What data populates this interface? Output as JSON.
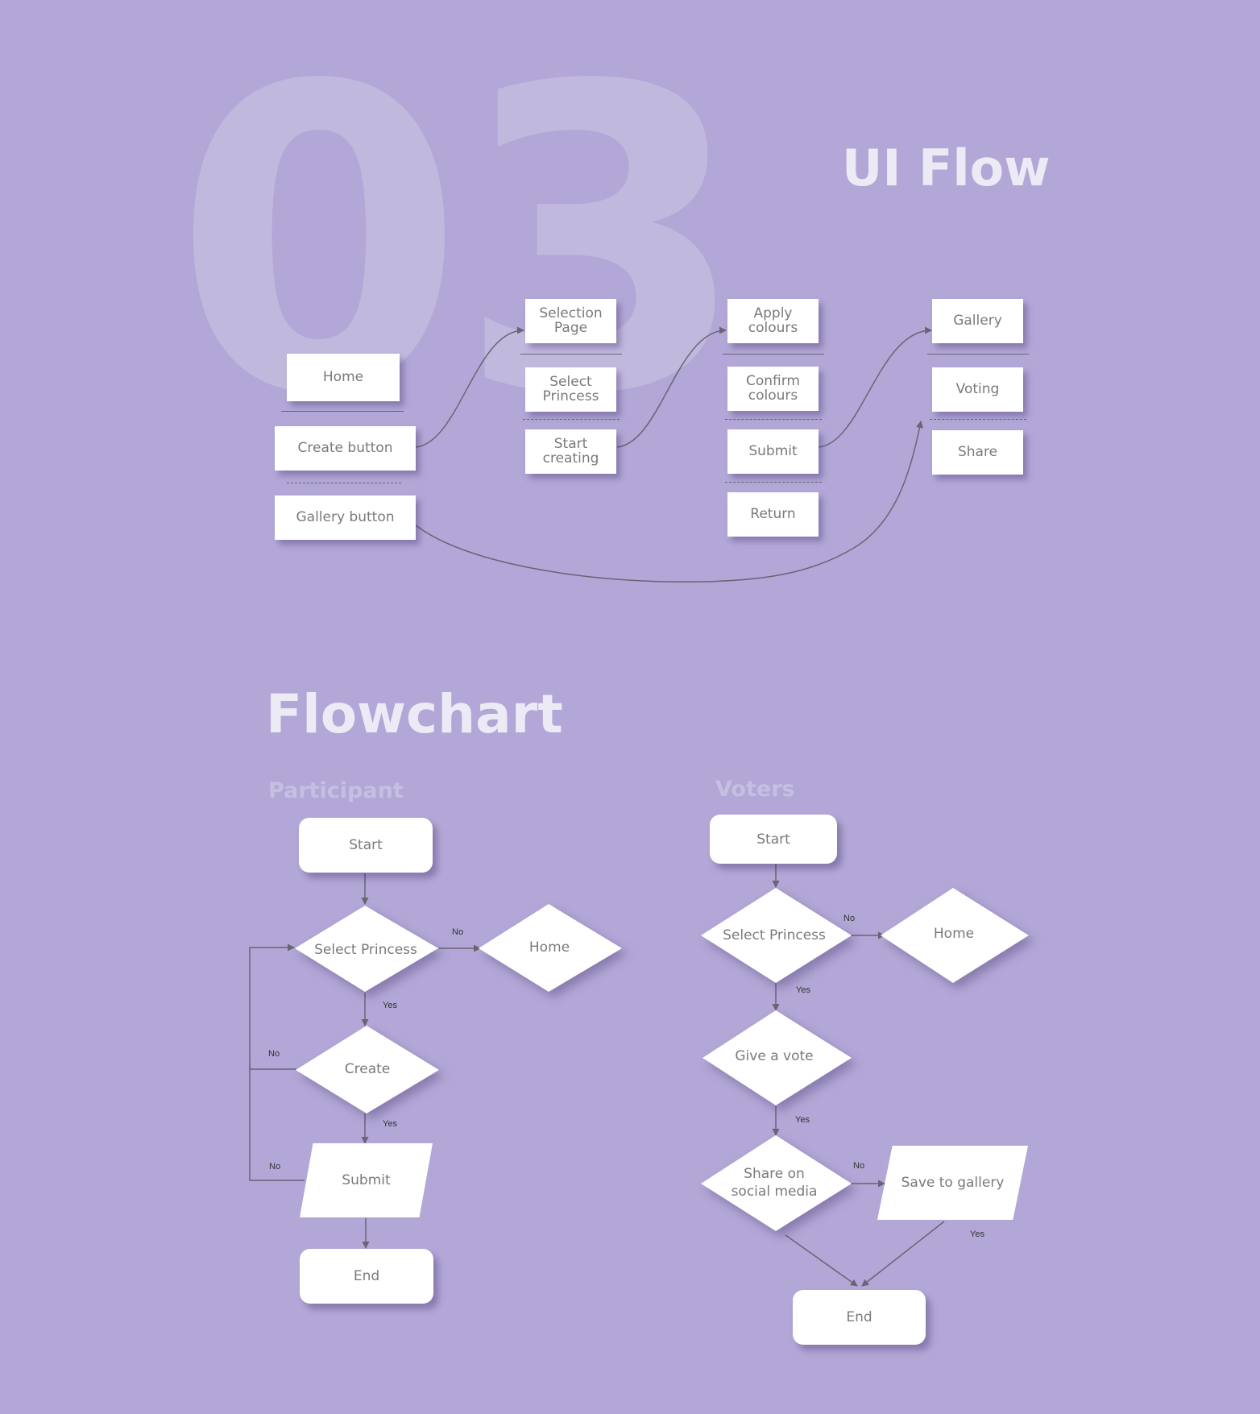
{
  "section_number": "03",
  "ui_flow": {
    "title": "UI Flow",
    "home": "Home",
    "create_button": "Create button",
    "gallery_button": "Gallery button",
    "selection_page": "Selection Page",
    "select_princess": "Select Princess",
    "start_creating": "Start creating",
    "apply_colours": "Apply colours",
    "confirm_colours": "Confirm colours",
    "submit": "Submit",
    "return": "Return",
    "gallery": "Gallery",
    "voting": "Voting",
    "share": "Share"
  },
  "flowchart": {
    "title": "Flowchart",
    "participant": {
      "label": "Participant",
      "start": "Start",
      "select_princess": "Select Princess",
      "home": "Home",
      "create": "Create",
      "submit": "Submit",
      "end": "End",
      "no_home": "No",
      "yes_create": "Yes",
      "no_create": "No",
      "yes_submit": "Yes",
      "no_submit": "No"
    },
    "voters": {
      "label": "Voters",
      "start": "Start",
      "select_princess": "Select Princess",
      "home": "Home",
      "give_vote": "Give a vote",
      "share_social": "Share on social media",
      "save_gallery": "Save to gallery",
      "end": "End",
      "no_home": "No",
      "yes_vote": "Yes",
      "yes_share": "Yes",
      "no_save": "No",
      "yes_save": "Yes"
    }
  },
  "colors": {
    "background": "#b2a7d6",
    "box": "#ffffff",
    "box_text": "#7a7a7a",
    "title": "#eceaf5",
    "connector": "#6b6475"
  }
}
